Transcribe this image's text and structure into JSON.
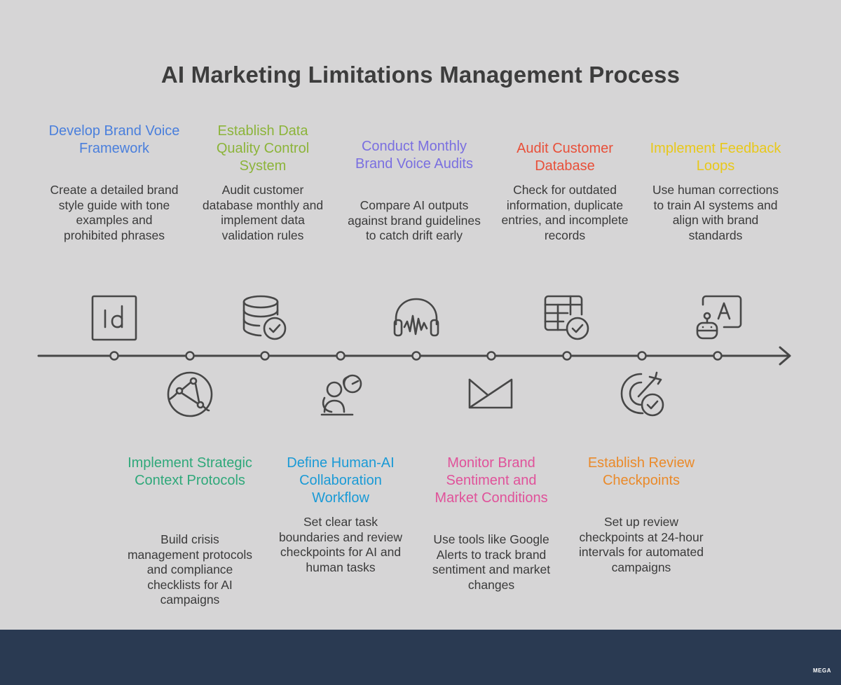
{
  "title": "AI Marketing Limitations Management Process",
  "steps": [
    {
      "title": "Develop Brand Voice Framework",
      "desc": "Create a detailed brand style guide with tone examples and prohibited phrases",
      "color": "#4a7fdc",
      "icon": "indesign-icon"
    },
    {
      "title": "Implement Strategic Context Protocols",
      "desc": "Build crisis management protocols and compliance checklists for AI campaigns",
      "color": "#2fa87a",
      "icon": "network-globe-icon"
    },
    {
      "title": "Establish Data Quality Control System",
      "desc": "Audit customer database monthly and implement data validation rules",
      "color": "#8cb43a",
      "icon": "database-check-icon"
    },
    {
      "title": "Define Human-AI Collaboration Workflow",
      "desc": "Set clear task boundaries and review checkpoints for AI and human tasks",
      "color": "#1a9ad6",
      "icon": "human-ai-icon"
    },
    {
      "title": "Conduct Monthly Brand Voice Audits",
      "desc": "Compare AI outputs against brand guidelines to catch drift early",
      "color": "#7a6fe0",
      "icon": "headphones-icon"
    },
    {
      "title": "Monitor Brand Sentiment and Market Conditions",
      "desc": "Use tools like Google Alerts to track brand sentiment and market changes",
      "color": "#e0529a",
      "icon": "zendesk-icon"
    },
    {
      "title": "Audit Customer Database",
      "desc": "Check for outdated information, duplicate entries, and incomplete records",
      "color": "#e8503a",
      "icon": "table-check-icon"
    },
    {
      "title": "Establish Review Checkpoints",
      "desc": "Set up review checkpoints at 24-hour intervals for automated campaigns",
      "color": "#ea8a2a",
      "icon": "target-check-icon"
    },
    {
      "title": "Implement Feedback Loops",
      "desc": "Use human corrections to train AI systems and align with brand standards",
      "color": "#e8c81a",
      "icon": "robot-text-icon"
    }
  ],
  "footer": {
    "logo": "MEGA"
  }
}
